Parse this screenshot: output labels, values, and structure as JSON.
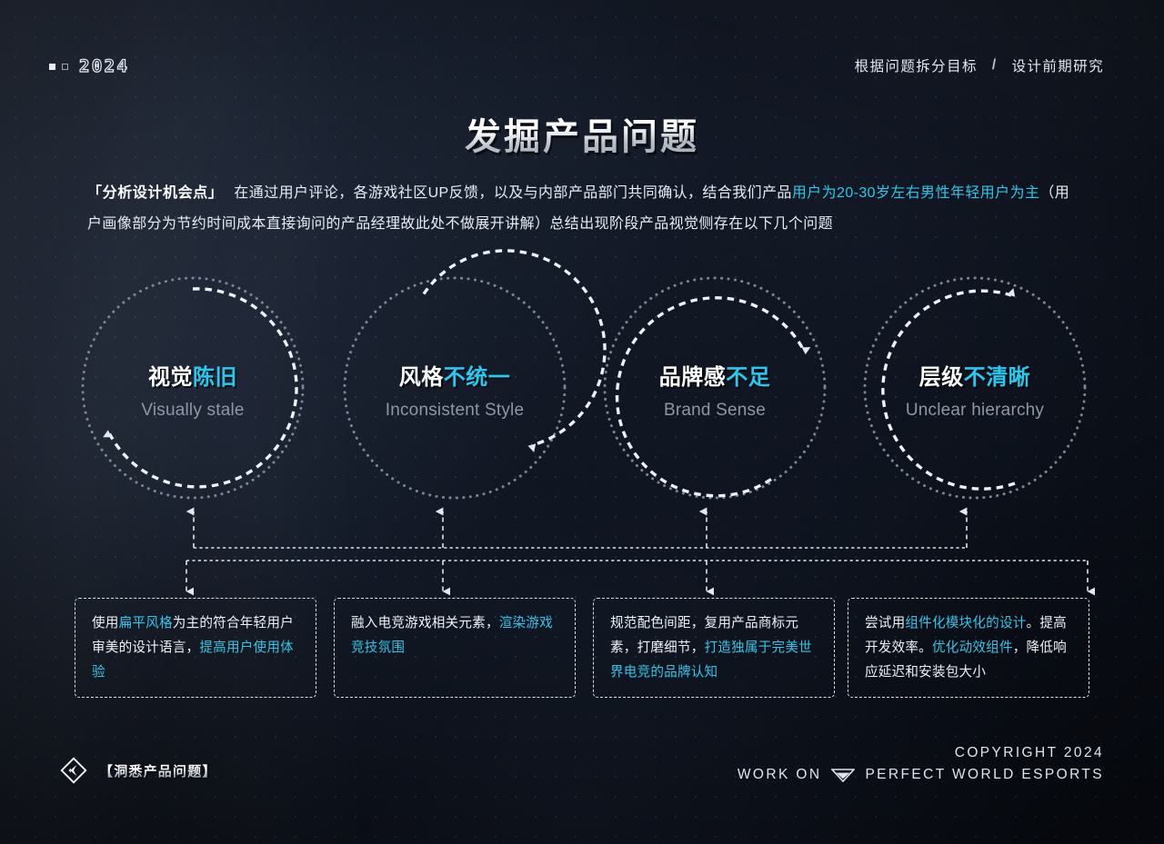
{
  "header": {
    "year": "2024",
    "marker_solid": "square-solid-icon",
    "marker_hollow": "square-hollow-icon",
    "breadcrumb_left": "根据问题拆分目标",
    "breadcrumb_sep": "/",
    "breadcrumb_right": "设计前期研究"
  },
  "title": "发掘产品问题",
  "lede": {
    "lead": "「分析设计机会点」",
    "part1": "在通过用户评论，各游戏社区UP反馈，以及与内部产品部门共同确认，结合我们产品",
    "highlight1": "用户为20-30岁左右男性年轻用户为主",
    "part2": "（用户画像部分为节约时间成本直接询问的产品经理故此处不做展开讲解）总结出现阶段产品视觉侧存在以下几个问题"
  },
  "circles": [
    {
      "cn_white": "视觉",
      "cn_cyan": "陈旧",
      "en": "Visually stale"
    },
    {
      "cn_white": "风格",
      "cn_cyan": "不统一",
      "en": "Inconsistent Style"
    },
    {
      "cn_white": "品牌感",
      "cn_cyan": "不足",
      "en": "Brand Sense"
    },
    {
      "cn_white": "层级",
      "cn_cyan": "不清晰",
      "en": "Unclear hierarchy"
    }
  ],
  "notes": [
    {
      "seg1": "使用",
      "cy1": "扁平风格",
      "seg2": "为主的符合年轻用户审美的设计语言，",
      "cy2": "提高用户使用体验",
      "seg3": ""
    },
    {
      "seg1": "融入电竞游戏相关元素，",
      "cy1": "渲染游戏竞技氛围",
      "seg2": "",
      "cy2": "",
      "seg3": ""
    },
    {
      "seg1": "规范配色间距，复用产品商标元素，打磨细节，",
      "cy1": "打造独属于完美世界电竞的品牌认知",
      "seg2": "",
      "cy2": "",
      "seg3": ""
    },
    {
      "seg1": "尝试用",
      "cy1": "组件化模块化的设计",
      "seg2": "。提高开发效率。",
      "cy2": "优化动效组件",
      "seg3": "，降低响应延迟和安装包大小"
    }
  ],
  "footer": {
    "logo": "diamond-logo-icon",
    "tag": "【洞悉产品问题】",
    "copyright": "COPYRIGHT  2024",
    "work_on": "WORK ON",
    "brand_icon": "shield-esports-icon",
    "brand": "PERFECT WORLD ESPORTS"
  },
  "colors": {
    "accent_cyan": "#27c9ee",
    "text_primary": "#eef2f8",
    "text_muted": "#8e97a6",
    "background": "#0d111c"
  }
}
